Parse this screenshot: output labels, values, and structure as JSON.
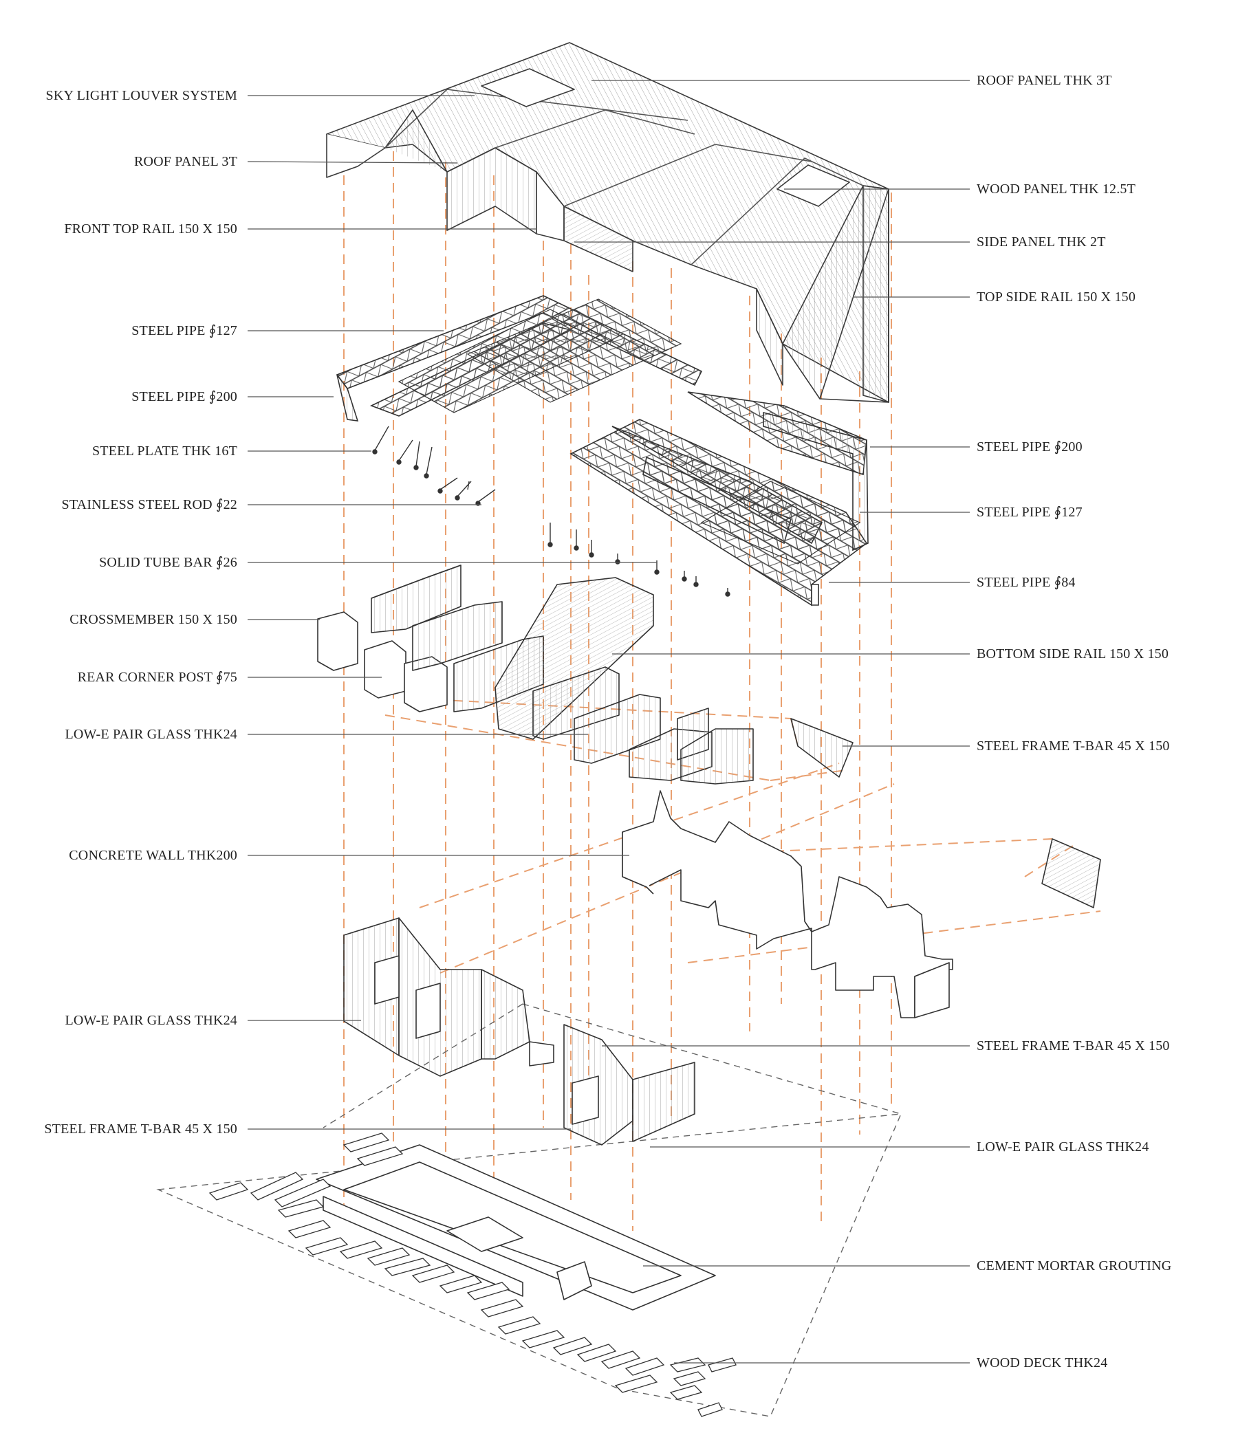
{
  "diagram": {
    "type": "exploded-axonometric",
    "colors": {
      "line": "#3a3a3a",
      "light": "#8a8a8a",
      "dash": "#e9a070",
      "leader": "#555555"
    },
    "labels_left": [
      {
        "id": "sky-light-louver-system",
        "text": "SKY LIGHT LOUVER SYSTEM"
      },
      {
        "id": "roof-panel-3t",
        "text": "ROOF PANEL 3T"
      },
      {
        "id": "front-top-rail",
        "text": "FRONT TOP RAIL 150 X 150"
      },
      {
        "id": "steel-pipe-127-left",
        "text": "STEEL PIPE ∮127"
      },
      {
        "id": "steel-pipe-200-left",
        "text": "STEEL PIPE ∮200"
      },
      {
        "id": "steel-plate-16t",
        "text": "STEEL PLATE THK 16T"
      },
      {
        "id": "stainless-steel-rod",
        "text": "STAINLESS STEEL ROD ∮22"
      },
      {
        "id": "solid-tube-bar",
        "text": "SOLID TUBE BAR ∮26"
      },
      {
        "id": "crossmember",
        "text": "CROSSMEMBER 150 X 150"
      },
      {
        "id": "rear-corner-post",
        "text": "REAR CORNER POST ∮75"
      },
      {
        "id": "low-e-glass-1",
        "text": "LOW-E PAIR GLASS THK24"
      },
      {
        "id": "concrete-wall",
        "text": "CONCRETE WALL THK200"
      },
      {
        "id": "low-e-glass-2",
        "text": "LOW-E PAIR GLASS THK24"
      },
      {
        "id": "steel-frame-tbar-left",
        "text": "STEEL FRAME T-BAR 45 X 150"
      }
    ],
    "labels_right": [
      {
        "id": "roof-panel-thk-3t",
        "text": "ROOF PANEL THK 3T"
      },
      {
        "id": "wood-panel",
        "text": "WOOD PANEL THK 12.5T"
      },
      {
        "id": "side-panel",
        "text": "SIDE PANEL THK 2T"
      },
      {
        "id": "top-side-rail",
        "text": "TOP SIDE RAIL 150 X 150"
      },
      {
        "id": "steel-pipe-200-right",
        "text": "STEEL PIPE ∮200"
      },
      {
        "id": "steel-pipe-127-right",
        "text": "STEEL PIPE ∮127"
      },
      {
        "id": "steel-pipe-84",
        "text": "STEEL PIPE ∮84"
      },
      {
        "id": "bottom-side-rail",
        "text": "BOTTOM SIDE RAIL 150 X 150"
      },
      {
        "id": "steel-frame-tbar-1",
        "text": "STEEL FRAME T-BAR 45 X 150"
      },
      {
        "id": "steel-frame-tbar-2",
        "text": "STEEL FRAME T-BAR 45 X 150"
      },
      {
        "id": "low-e-glass-3",
        "text": "LOW-E PAIR GLASS THK24"
      },
      {
        "id": "cement-mortar",
        "text": "CEMENT MORTAR GROUTING"
      },
      {
        "id": "wood-deck",
        "text": "WOOD DECK THK24"
      }
    ]
  }
}
